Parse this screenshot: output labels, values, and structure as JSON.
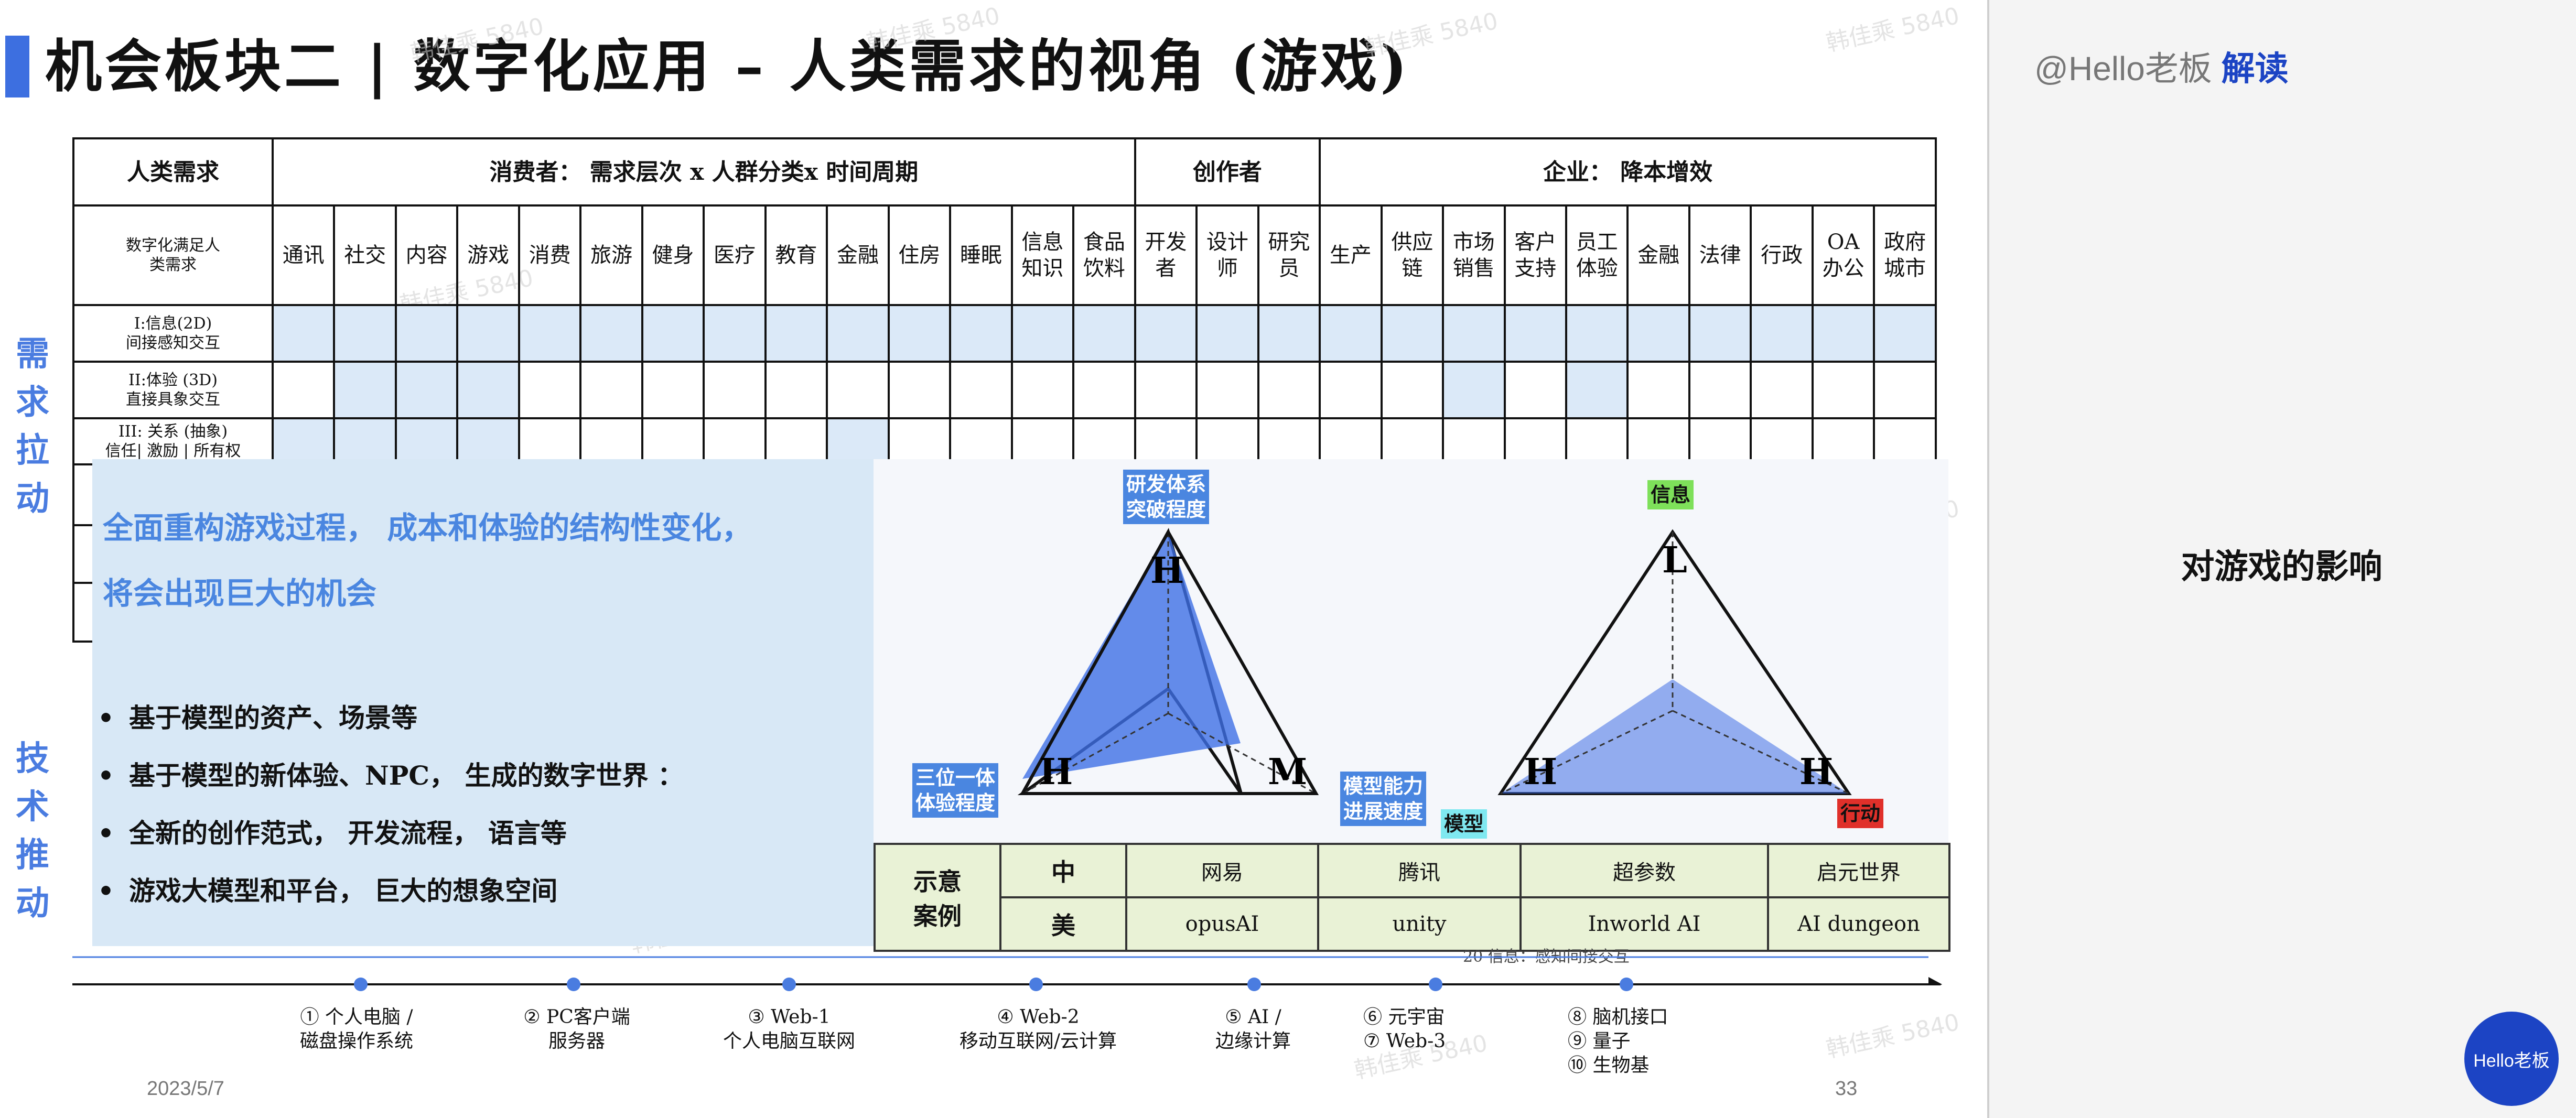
{
  "title": "机会板块二 | 数字化应用 – 人类需求的视角 (游戏)",
  "vertical_labels": {
    "demand_pull": [
      "需",
      "求",
      "拉",
      "动"
    ],
    "tech_push": [
      "技",
      "术",
      "推",
      "动"
    ]
  },
  "table": {
    "top_headers": {
      "human_needs": "人类需求",
      "consumer": "消费者： 需求层次 x 人群分类x 时间周期",
      "creator": "创作者",
      "enterprise": "企业： 降本增效"
    },
    "row_header_label": "数字化满足人类需求",
    "columns": [
      "通讯",
      "社交",
      "内容",
      "游戏",
      "消费",
      "旅游",
      "健身",
      "医疗",
      "教育",
      "金融",
      "住房",
      "睡眠",
      "信息知识",
      "食品饮料",
      "开发者",
      "设计师",
      "研究员",
      "生产",
      "供应链",
      "市场销售",
      "客户支持",
      "员工体验",
      "金融",
      "法律",
      "行政",
      "OA办公",
      "政府城市"
    ],
    "rows": [
      {
        "label_line1": "I:信息(2D)",
        "label_line2": "间接感知交互",
        "highlight": [
          0,
          1,
          2,
          3,
          4,
          5,
          6,
          7,
          8,
          9,
          10,
          11,
          12,
          13,
          14,
          15,
          16,
          17,
          18,
          19,
          20,
          21,
          22,
          23,
          24,
          25,
          26
        ]
      },
      {
        "label_line1": "II:体验 (3D)",
        "label_line2": "直接具象交互",
        "highlight": [
          1,
          2,
          3,
          19,
          21
        ]
      },
      {
        "label_line1": "III: 关系 (抽象)",
        "label_line2": "信任| 激励 | 所有权",
        "highlight": [
          0,
          1,
          2,
          3,
          9
        ]
      }
    ]
  },
  "overlay": {
    "headline_line1": "全面重构游戏过程， 成本和体验的结构性变化，",
    "headline_line2": "将会出现巨大的机会",
    "bullets": [
      "基于模型的资产、场景等",
      "基于模型的新体验、NPC， 生成的数字世界 ：",
      "全新的创作范式， 开发流程， 语言等",
      "游戏大模型和平台， 巨大的想象空间"
    ]
  },
  "triangle_left": {
    "top_tag_line1": "研发体系",
    "top_tag_line2": "突破程度",
    "left_tag_line1": "三位一体",
    "left_tag_line2": "体验程度",
    "vertex_top": "H",
    "vertex_left": "H",
    "vertex_right": "M"
  },
  "triangle_right": {
    "top_tag": "信息",
    "left_tag_line1": "模型能力",
    "left_tag_line2": "进展速度",
    "bottom_tag_model": "模型",
    "bottom_tag_action": "行动",
    "vertex_top": "L",
    "vertex_left": "H",
    "vertex_right": "H"
  },
  "examples": {
    "label_line1": "示意",
    "label_line2": "案例",
    "row_china": "中",
    "row_us": "美",
    "china": [
      "网易",
      "腾讯",
      "超参数",
      "启元世界"
    ],
    "us": [
      "opusAI",
      "unity",
      "Inworld AI",
      "AI dungeon"
    ]
  },
  "timeline": {
    "points": [
      {
        "line1": "① 个人电脑 /",
        "line2": "磁盘操作系统"
      },
      {
        "line1": "② PC客户端",
        "line2": "服务器"
      },
      {
        "line1": "③ Web-1",
        "line2": "个人电脑互联网"
      },
      {
        "line1": "④ Web-2",
        "line2": "移动互联网/云计算"
      },
      {
        "line1": "⑤ AI /",
        "line2": "边缘计算"
      },
      {
        "line1": "⑥ 元宇宙",
        "line2": "⑦ Web-3"
      },
      {
        "line1": "⑧ 脑机接口",
        "line2": "⑨ 量子",
        "line3": "⑩ 生物基"
      }
    ],
    "partial_text": "20 信息：感知间接交互"
  },
  "footer": {
    "date": "2023/5/7",
    "page": "33"
  },
  "watermark": "韩佳乘 5840",
  "side_panel": {
    "handle": "@Hello老板",
    "handle_accent": "解读",
    "text": "对游戏的影响",
    "logo": "Hello老板"
  },
  "colors": {
    "accent_blue": "#3d6fe0",
    "cell_blue": "#dbe9f8",
    "headline_blue": "#4a86e0",
    "tag_green": "#7ee05a",
    "tag_cyan": "#7fe8f0",
    "tag_red": "#e0302a",
    "examples_green": "#e9f2d6",
    "brand_blue": "#1c44c4"
  }
}
